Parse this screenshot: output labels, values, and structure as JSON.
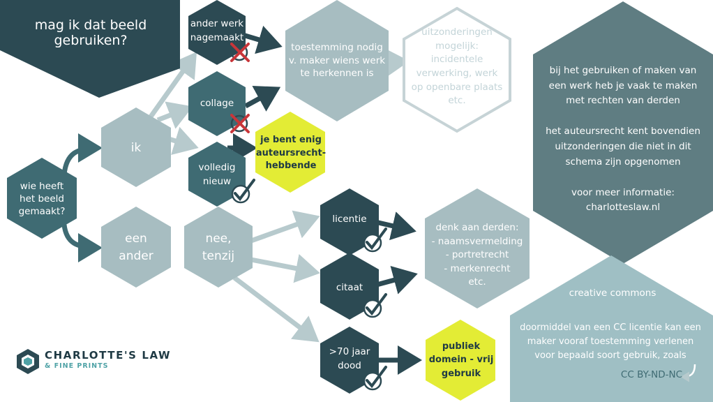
{
  "colors": {
    "dark_teal": "#2c4a53",
    "mid_teal": "#3f6b73",
    "light_grey_teal": "#a7bdc1",
    "slate": "#5f7d82",
    "pale_teal": "#9fbfc4",
    "lime": "#e3ec35",
    "arrow_dark": "#2c4a53",
    "arrow_light": "#b7cacd",
    "cross_red": "#c8363a",
    "logo_accent": "#4fa2a6"
  },
  "title": "mag ik dat beeld\ngebruiken?",
  "start": "wie heeft\nhet beeld\ngemaakt?",
  "branch_self": "ik",
  "branch_other": "een\nander",
  "self_options": {
    "derived": "ander werk\nnagemaakt",
    "collage": "collage",
    "new": "volledig\nnieuw"
  },
  "permission_needed": "toestemming nodig\nv. maker wiens werk\nte herkennen is",
  "exceptions": "uitzonderingen\nmogelijk:\nincidentele\nverwerking, werk\nop openbare plaats\netc.",
  "sole_author": "je bent enig\nauteursrecht-\nhebbende",
  "unless": "nee,\ntenzij",
  "other_options": {
    "licence": "licentie",
    "quote": "citaat",
    "dead": ">70 jaar\ndood"
  },
  "third_parties": "denk aan derden:\n- naamsvermelding\n- portretrecht\n- merkenrecht\netc.",
  "public_domain": "publiek\ndomein - vrij\ngebruik",
  "info_box": "bij  het gebruiken of maken van\neen werk heb je vaak te maken\nmet rechten van derden\n\nhet auteursrecht kent bovendien\nuitzonderingen die niet in dit\nschema zijn opgenomen\n\nvoor meer informatie:\ncharlotteslaw.nl",
  "cc_box": {
    "title": "creative commons",
    "body": "doormiddel van een CC licentie kan een\nmaker vooraf toestemming verlenen\nvoor bepaald soort gebruik, zoals",
    "example": "CC BY-ND-NC"
  },
  "logo": {
    "name": "CHARLOTTE'S LAW",
    "sub": "& FINE PRINTS"
  }
}
